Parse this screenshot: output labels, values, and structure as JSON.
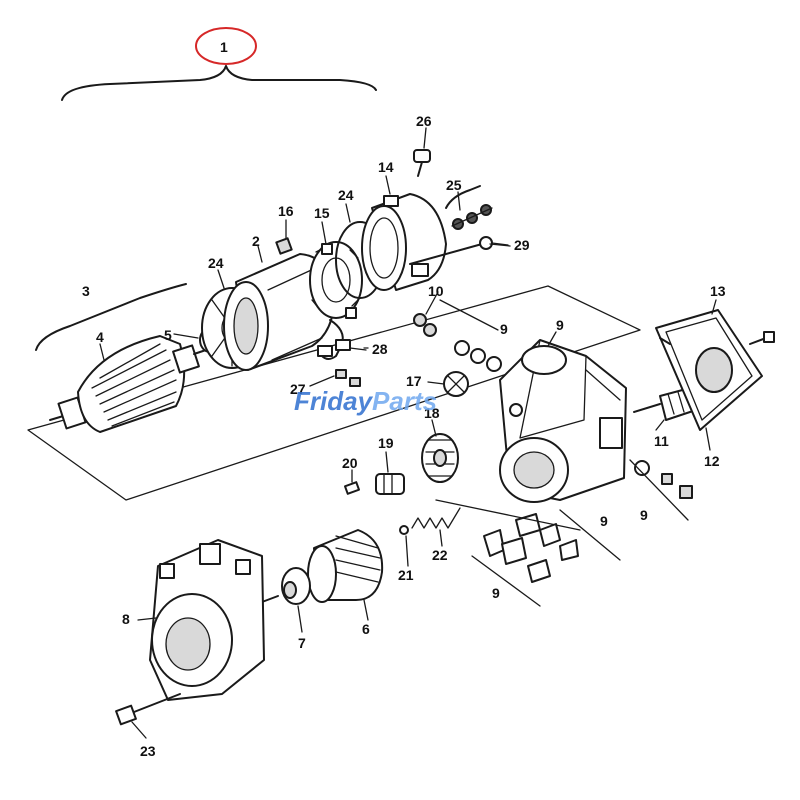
{
  "diagram": {
    "callouts": [
      {
        "id": "c1",
        "text": "1"
      },
      {
        "id": "c2",
        "text": "2"
      },
      {
        "id": "c3",
        "text": "3"
      },
      {
        "id": "c4",
        "text": "4"
      },
      {
        "id": "c5",
        "text": "5"
      },
      {
        "id": "c6",
        "text": "6"
      },
      {
        "id": "c7",
        "text": "7"
      },
      {
        "id": "c8",
        "text": "8"
      },
      {
        "id": "c9a",
        "text": "9"
      },
      {
        "id": "c9b",
        "text": "9"
      },
      {
        "id": "c9c",
        "text": "9"
      },
      {
        "id": "c9d",
        "text": "9"
      },
      {
        "id": "c9e",
        "text": "9"
      },
      {
        "id": "c10",
        "text": "10"
      },
      {
        "id": "c11",
        "text": "11"
      },
      {
        "id": "c12",
        "text": "12"
      },
      {
        "id": "c13",
        "text": "13"
      },
      {
        "id": "c14",
        "text": "14"
      },
      {
        "id": "c15",
        "text": "15"
      },
      {
        "id": "c16",
        "text": "16"
      },
      {
        "id": "c17",
        "text": "17"
      },
      {
        "id": "c18",
        "text": "18"
      },
      {
        "id": "c19",
        "text": "19"
      },
      {
        "id": "c20",
        "text": "20"
      },
      {
        "id": "c21",
        "text": "21"
      },
      {
        "id": "c22",
        "text": "22"
      },
      {
        "id": "c23",
        "text": "23"
      },
      {
        "id": "c24a",
        "text": "24"
      },
      {
        "id": "c24b",
        "text": "24"
      },
      {
        "id": "c25",
        "text": "25"
      },
      {
        "id": "c26",
        "text": "26"
      },
      {
        "id": "c27",
        "text": "27"
      },
      {
        "id": "c28",
        "text": "28"
      },
      {
        "id": "c29",
        "text": "29"
      }
    ],
    "highlight_color": "#d62828"
  },
  "watermark": {
    "part1": "Friday",
    "part2": "Parts",
    "color1": "#2f6fd0",
    "color2": "#6fa8ef"
  }
}
